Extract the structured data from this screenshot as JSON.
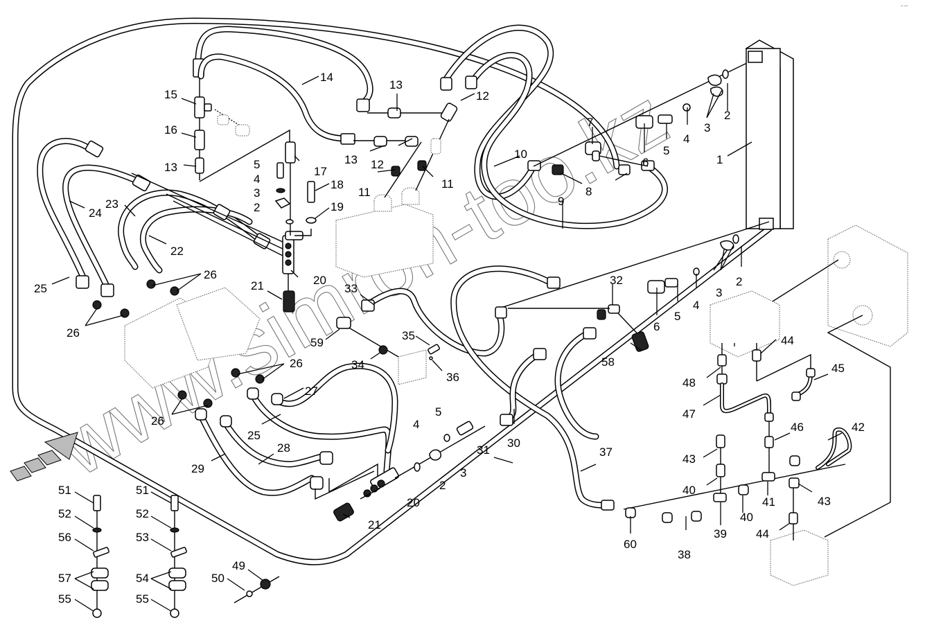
{
  "diagram": {
    "title": "Hydraulic hose assembly – exploded parts view",
    "watermark": "www.simron-too.kz",
    "corner_mark": "▪▪ ▪▪▪",
    "labels": [
      {
        "id": "1",
        "text": "1"
      },
      {
        "id": "2a",
        "text": "2"
      },
      {
        "id": "2b",
        "text": "2"
      },
      {
        "id": "2c",
        "text": "2"
      },
      {
        "id": "2d",
        "text": "2"
      },
      {
        "id": "3a",
        "text": "3"
      },
      {
        "id": "3b",
        "text": "3"
      },
      {
        "id": "3c",
        "text": "3"
      },
      {
        "id": "3d",
        "text": "3"
      },
      {
        "id": "4a",
        "text": "4"
      },
      {
        "id": "4b",
        "text": "4"
      },
      {
        "id": "4c",
        "text": "4"
      },
      {
        "id": "4d",
        "text": "4"
      },
      {
        "id": "5a",
        "text": "5"
      },
      {
        "id": "5b",
        "text": "5"
      },
      {
        "id": "5c",
        "text": "5"
      },
      {
        "id": "5d",
        "text": "5"
      },
      {
        "id": "6a",
        "text": "6"
      },
      {
        "id": "6b",
        "text": "6"
      },
      {
        "id": "7",
        "text": "7"
      },
      {
        "id": "8",
        "text": "8"
      },
      {
        "id": "9",
        "text": "9"
      },
      {
        "id": "10",
        "text": "10"
      },
      {
        "id": "11a",
        "text": "11"
      },
      {
        "id": "11b",
        "text": "11"
      },
      {
        "id": "12a",
        "text": "12"
      },
      {
        "id": "12b",
        "text": "12"
      },
      {
        "id": "13a",
        "text": "13"
      },
      {
        "id": "13b",
        "text": "13"
      },
      {
        "id": "13c",
        "text": "13"
      },
      {
        "id": "14",
        "text": "14"
      },
      {
        "id": "15",
        "text": "15"
      },
      {
        "id": "16",
        "text": "16"
      },
      {
        "id": "17",
        "text": "17"
      },
      {
        "id": "18",
        "text": "18"
      },
      {
        "id": "19",
        "text": "19"
      },
      {
        "id": "20a",
        "text": "20"
      },
      {
        "id": "20b",
        "text": "20"
      },
      {
        "id": "21a",
        "text": "21"
      },
      {
        "id": "21b",
        "text": "21"
      },
      {
        "id": "22",
        "text": "22"
      },
      {
        "id": "23",
        "text": "23"
      },
      {
        "id": "24",
        "text": "24"
      },
      {
        "id": "25a",
        "text": "25"
      },
      {
        "id": "25b",
        "text": "25"
      },
      {
        "id": "26a",
        "text": "26"
      },
      {
        "id": "26b",
        "text": "26"
      },
      {
        "id": "26c",
        "text": "26"
      },
      {
        "id": "26d",
        "text": "26"
      },
      {
        "id": "27",
        "text": "27"
      },
      {
        "id": "28",
        "text": "28"
      },
      {
        "id": "29",
        "text": "29"
      },
      {
        "id": "30",
        "text": "30"
      },
      {
        "id": "31",
        "text": "31"
      },
      {
        "id": "32",
        "text": "32"
      },
      {
        "id": "33",
        "text": "33"
      },
      {
        "id": "34",
        "text": "34"
      },
      {
        "id": "35",
        "text": "35"
      },
      {
        "id": "36",
        "text": "36"
      },
      {
        "id": "37",
        "text": "37"
      },
      {
        "id": "38",
        "text": "38"
      },
      {
        "id": "39",
        "text": "39"
      },
      {
        "id": "40a",
        "text": "40"
      },
      {
        "id": "40b",
        "text": "40"
      },
      {
        "id": "41",
        "text": "41"
      },
      {
        "id": "42",
        "text": "42"
      },
      {
        "id": "43a",
        "text": "43"
      },
      {
        "id": "43b",
        "text": "43"
      },
      {
        "id": "44a",
        "text": "44"
      },
      {
        "id": "44b",
        "text": "44"
      },
      {
        "id": "45",
        "text": "45"
      },
      {
        "id": "46",
        "text": "46"
      },
      {
        "id": "47",
        "text": "47"
      },
      {
        "id": "48",
        "text": "48"
      },
      {
        "id": "49",
        "text": "49"
      },
      {
        "id": "50",
        "text": "50"
      },
      {
        "id": "51a",
        "text": "51"
      },
      {
        "id": "51b",
        "text": "51"
      },
      {
        "id": "52a",
        "text": "52"
      },
      {
        "id": "52b",
        "text": "52"
      },
      {
        "id": "53",
        "text": "53"
      },
      {
        "id": "54",
        "text": "54"
      },
      {
        "id": "55a",
        "text": "55"
      },
      {
        "id": "55b",
        "text": "55"
      },
      {
        "id": "56",
        "text": "56"
      },
      {
        "id": "57",
        "text": "57"
      },
      {
        "id": "58",
        "text": "58"
      },
      {
        "id": "59",
        "text": "59"
      },
      {
        "id": "60",
        "text": "60"
      }
    ]
  }
}
